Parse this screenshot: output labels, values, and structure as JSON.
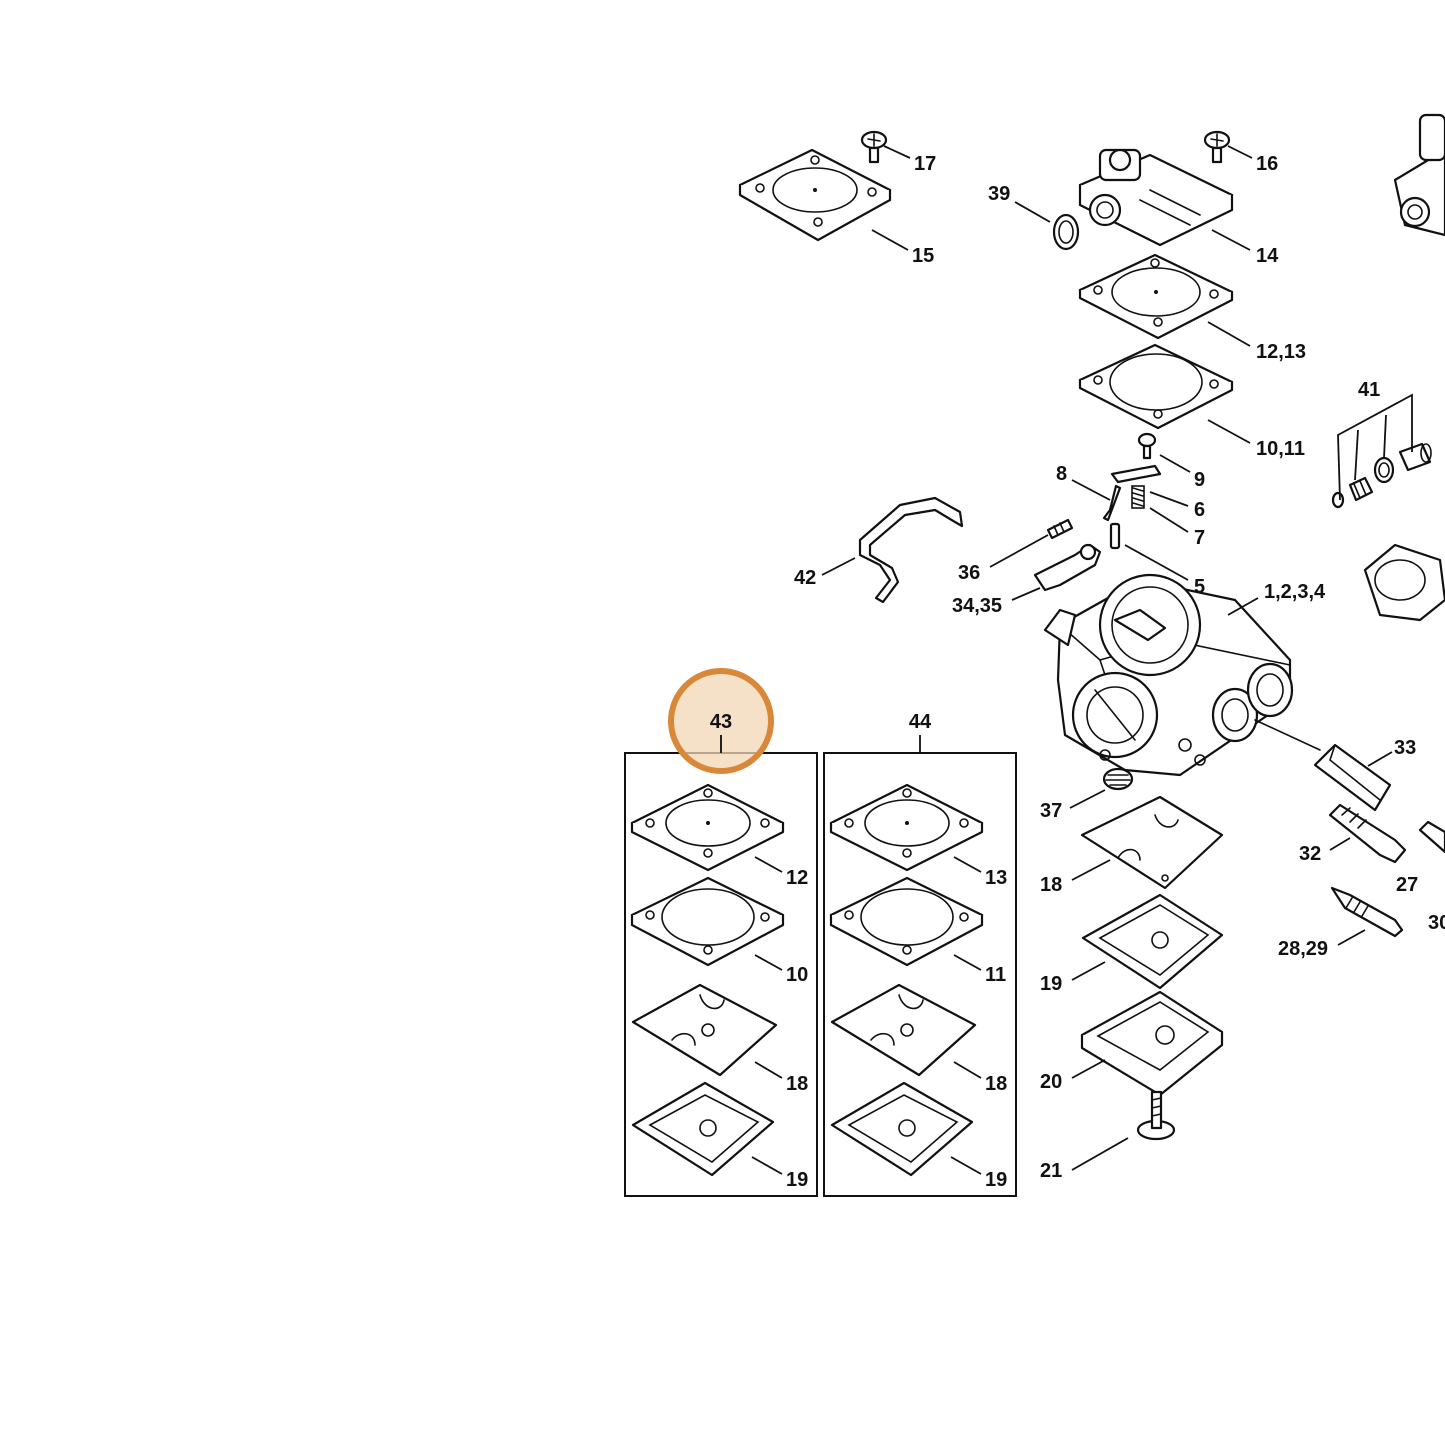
{
  "highlight": {
    "label": "43",
    "color": "#D9883A"
  },
  "kits": [
    {
      "id": "43",
      "parts": [
        "12",
        "10",
        "18",
        "19"
      ]
    },
    {
      "id": "44",
      "parts": [
        "13",
        "11",
        "18",
        "19"
      ]
    }
  ],
  "callouts": {
    "c17": "17",
    "c15": "15",
    "c39": "39",
    "c16": "16",
    "c14": "14",
    "c1213": "12,13",
    "c1011": "10,11",
    "c41": "41",
    "c9": "9",
    "c8": "8",
    "c6": "6",
    "c7": "7",
    "c42": "42",
    "c36": "36",
    "c5": "5",
    "c3435": "34,35",
    "c1234": "1,2,3,4",
    "c33": "33",
    "c37": "37",
    "c18": "18",
    "c32": "32",
    "c27": "27",
    "c30": "30",
    "c2829": "28,29",
    "c19": "19",
    "c20": "20",
    "c21": "21"
  }
}
